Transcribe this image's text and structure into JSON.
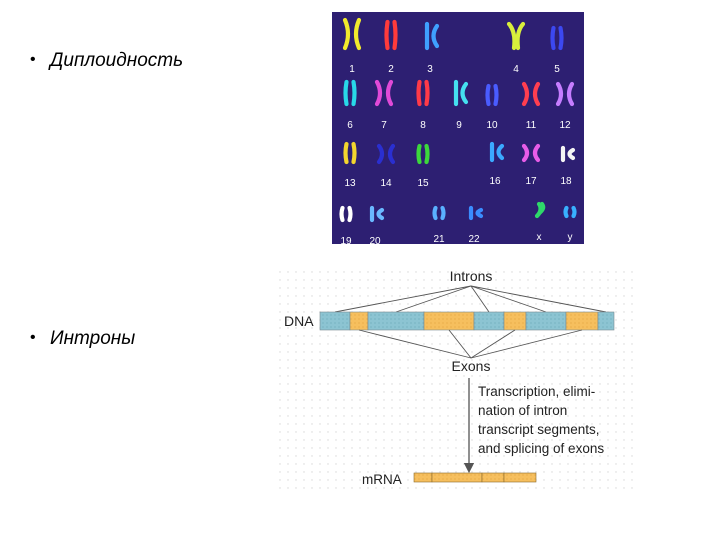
{
  "bullets": [
    {
      "text": "Диплоидность"
    },
    {
      "text": "Интроны"
    }
  ],
  "karyotype": {
    "background": "#2d1f72",
    "chromosomes": [
      {
        "label": "1",
        "color": "#f1ea2c"
      },
      {
        "label": "2",
        "color": "#ff3b3b"
      },
      {
        "label": "3",
        "color": "#3fa0ff"
      },
      {
        "label": "4",
        "color": "#d8ef3c"
      },
      {
        "label": "5",
        "color": "#3c48f0"
      },
      {
        "label": "6",
        "color": "#28d8e8"
      },
      {
        "label": "7",
        "color": "#e04ad8"
      },
      {
        "label": "8",
        "color": "#ff3a48"
      },
      {
        "label": "9",
        "color": "#45e0f0"
      },
      {
        "label": "10",
        "color": "#4a5cff"
      },
      {
        "label": "11",
        "color": "#ff3e50"
      },
      {
        "label": "12",
        "color": "#c67dff"
      },
      {
        "label": "13",
        "color": "#f4d52e"
      },
      {
        "label": "14",
        "color": "#2a2fd0"
      },
      {
        "label": "15",
        "color": "#3cd83c"
      },
      {
        "label": "16",
        "color": "#3ba9ff"
      },
      {
        "label": "17",
        "color": "#e85ce8"
      },
      {
        "label": "18",
        "color": "#f4f4f4"
      },
      {
        "label": "19",
        "color": "#ffffff"
      },
      {
        "label": "20",
        "color": "#6ab8ff"
      },
      {
        "label": "21",
        "color": "#5ab0ff"
      },
      {
        "label": "22",
        "color": "#3a8cff"
      },
      {
        "label": "x",
        "color": "#2ed86a"
      },
      {
        "label": "y",
        "color": "#38b0ff"
      }
    ]
  },
  "splicing": {
    "introns_label": "Introns",
    "dna_label": "DNA",
    "exons_label": "Exons",
    "process_lines": [
      "Transcription, elimi-",
      "nation of intron",
      "transcript segments,",
      "and splicing of exons"
    ],
    "mrna_label": "mRNA",
    "colors": {
      "intron": "#8cc4d2",
      "exon": "#f6bf5e",
      "text": "#222222",
      "line": "#555555"
    }
  }
}
